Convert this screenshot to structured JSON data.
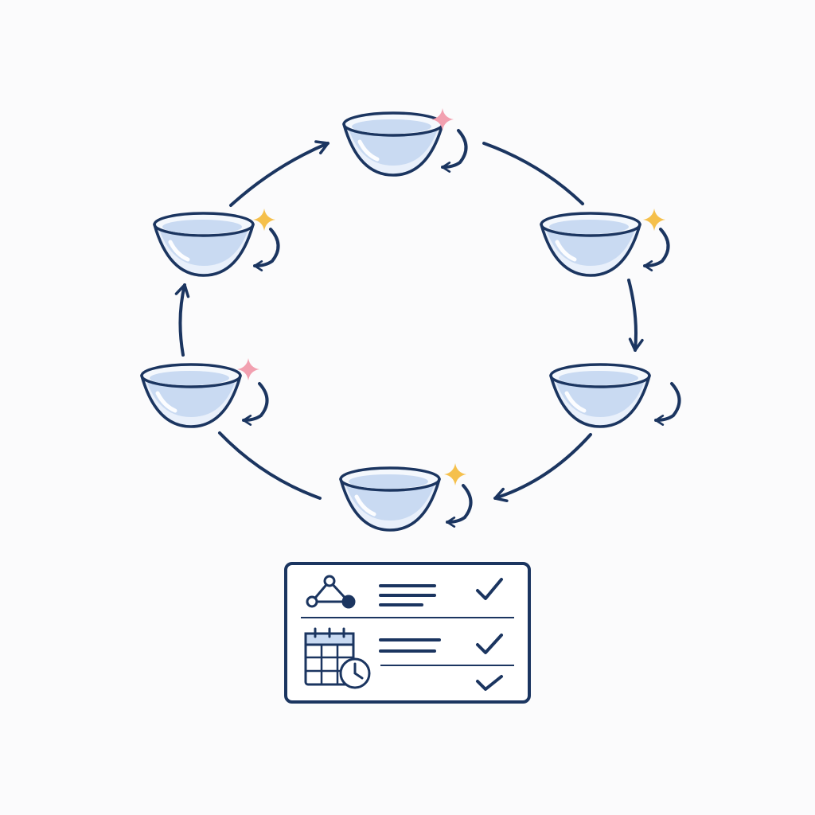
{
  "colors": {
    "background": "#fbfbfc",
    "stroke": "#1b3560",
    "lens_fill": "#e9f0fb",
    "lens_shade": "#c3d6f0",
    "sparkle_pink": "#f2a0b0",
    "sparkle_yellow": "#f5c04c",
    "card_stripe": "#c9daf2"
  },
  "cycle": {
    "stages": [
      {
        "name": "lens-top",
        "sparkle": "pink",
        "rotate_icon": true
      },
      {
        "name": "lens-upper-right",
        "sparkle": "yellow",
        "rotate_icon": true
      },
      {
        "name": "lens-lower-right",
        "sparkle": "none",
        "rotate_icon": true
      },
      {
        "name": "lens-bottom",
        "sparkle": "yellow",
        "rotate_icon": true
      },
      {
        "name": "lens-lower-left",
        "sparkle": "pink",
        "rotate_icon": true
      },
      {
        "name": "lens-upper-left",
        "sparkle": "yellow",
        "rotate_icon": true
      }
    ],
    "direction": "clockwise"
  },
  "card": {
    "rows": [
      {
        "icon": "network-icon",
        "text_lines": 3,
        "checked": true
      },
      {
        "icon": "calendar-clock-icon",
        "text_lines": 2,
        "checked": true
      },
      {
        "icon": "none",
        "text_lines": 0,
        "checked": true
      }
    ]
  }
}
